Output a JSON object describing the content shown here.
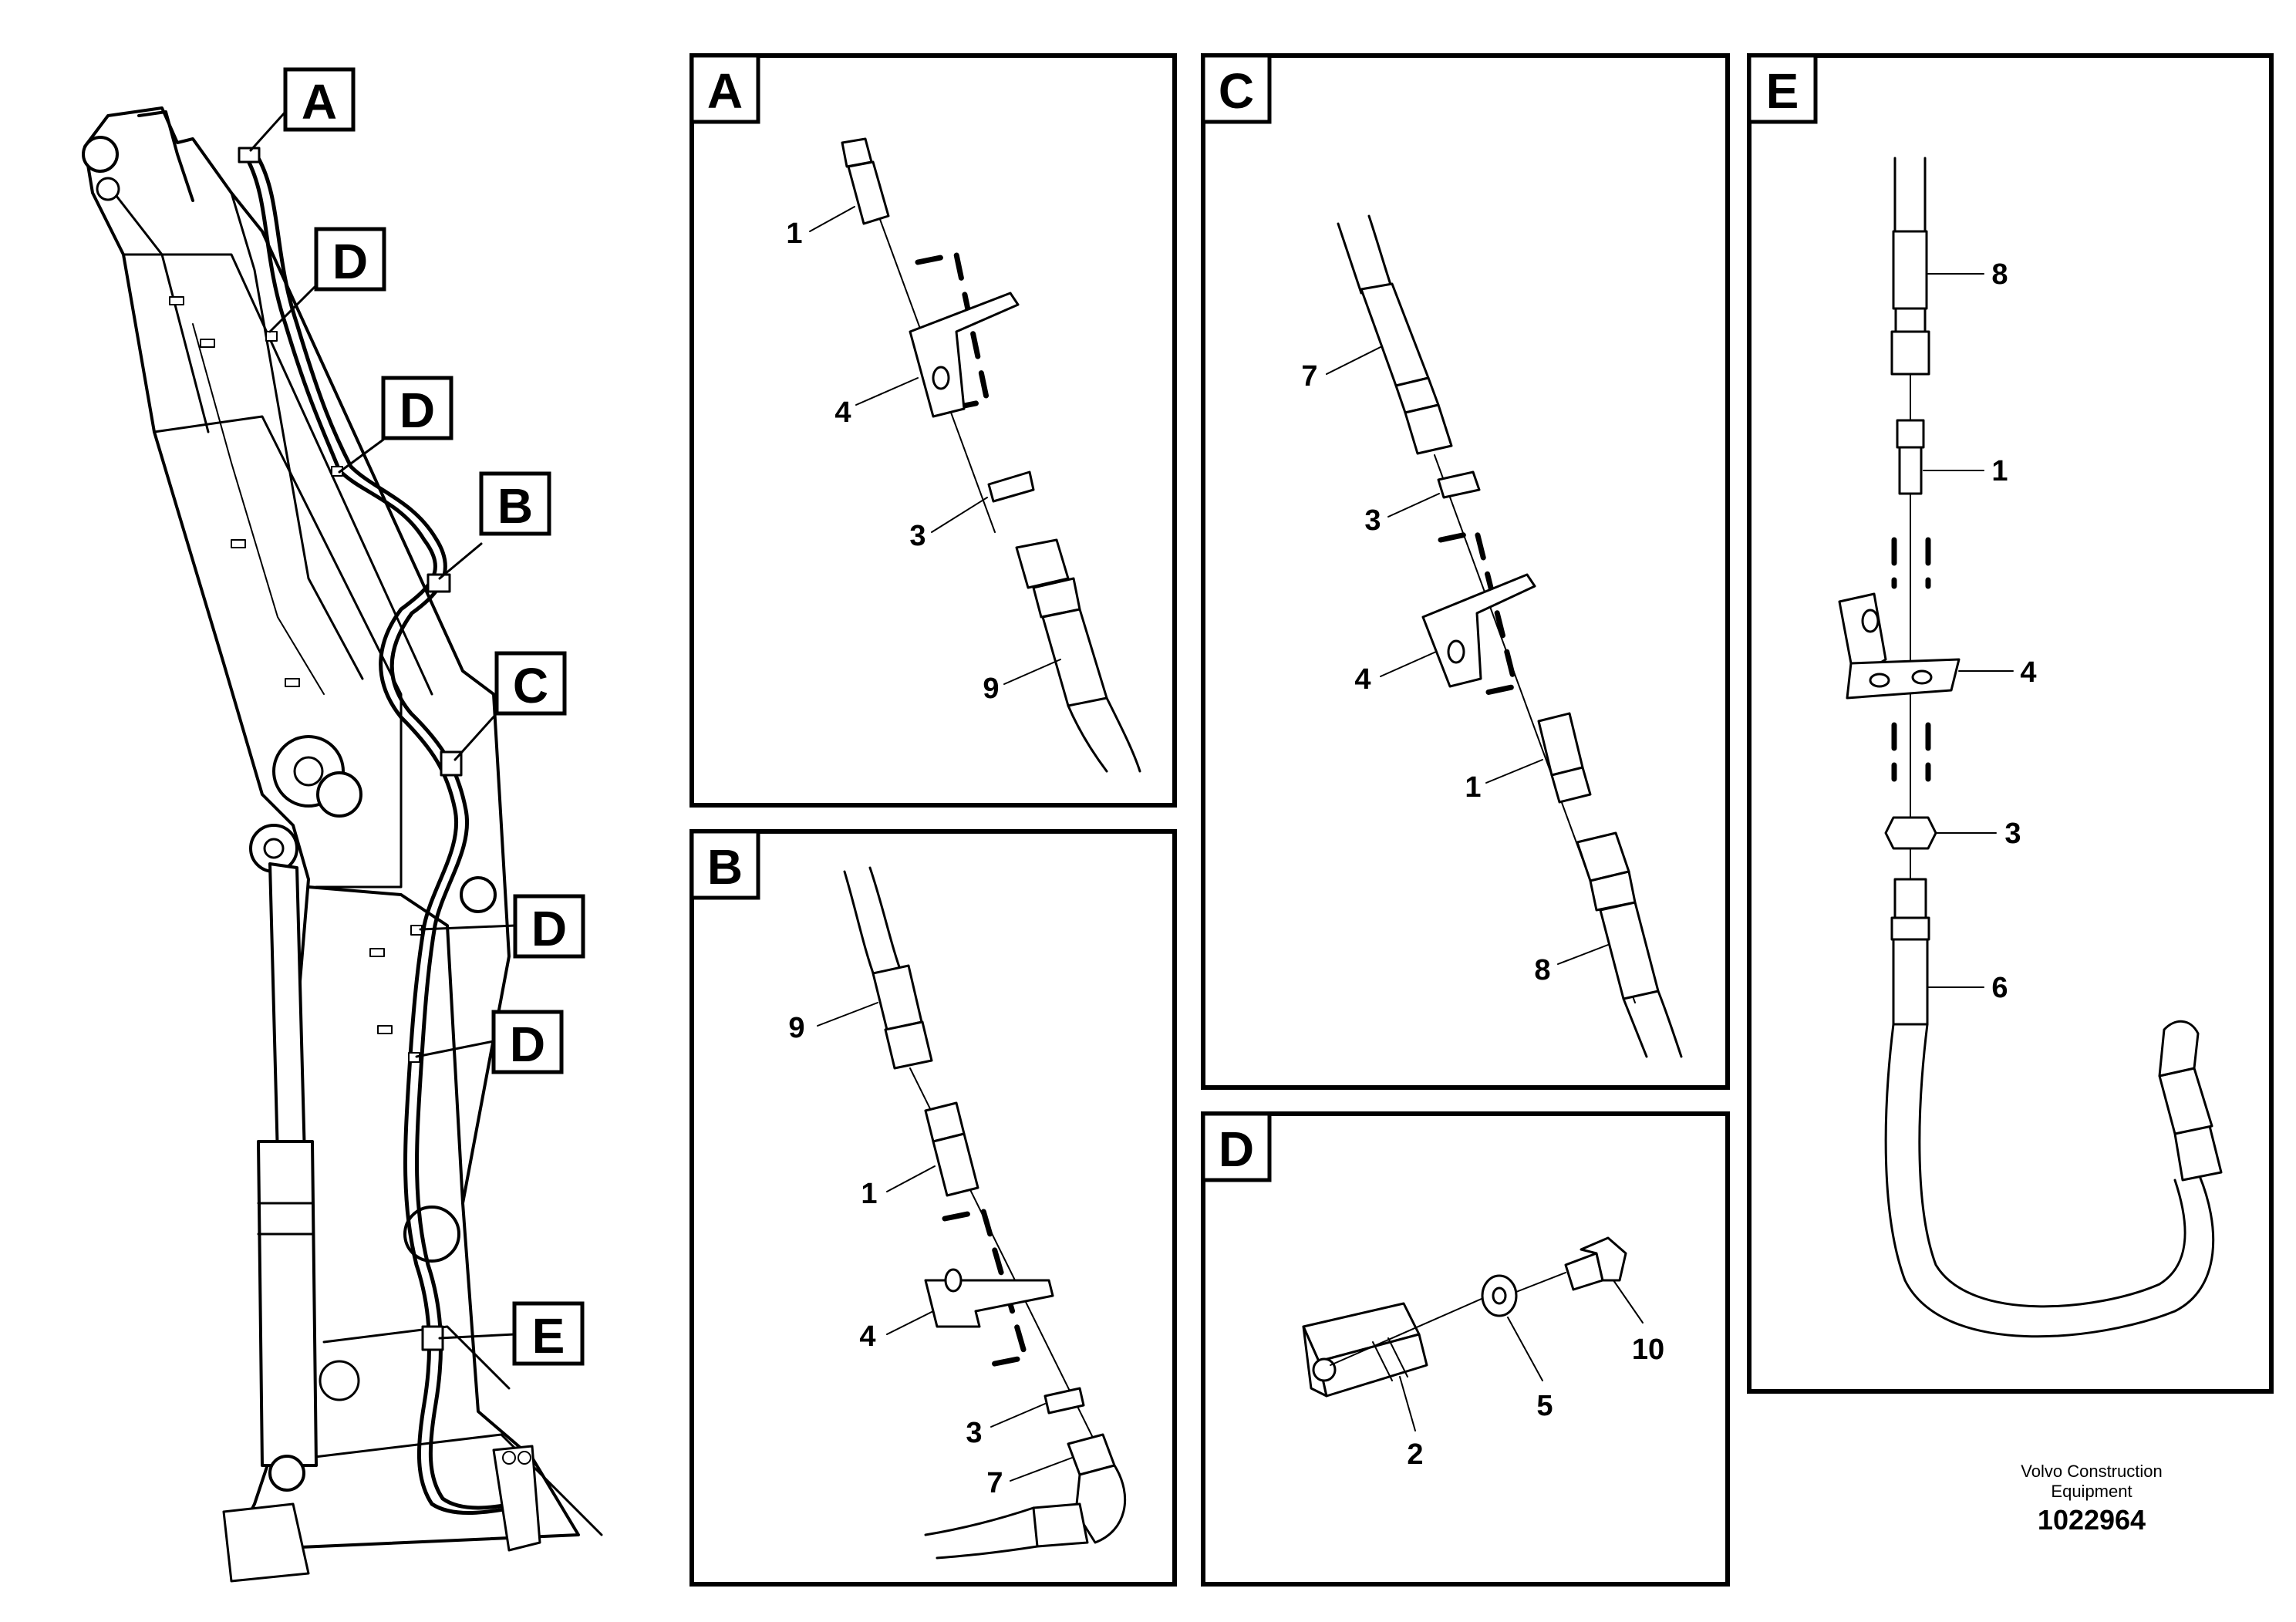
{
  "overview_callouts": [
    "A",
    "D",
    "D",
    "B",
    "C",
    "D",
    "D",
    "E"
  ],
  "panels": {
    "A": {
      "title": "A",
      "parts": [
        "1",
        "4",
        "3",
        "9"
      ]
    },
    "B": {
      "title": "B",
      "parts": [
        "9",
        "1",
        "4",
        "3",
        "7"
      ]
    },
    "C": {
      "title": "C",
      "parts": [
        "7",
        "3",
        "4",
        "1",
        "8"
      ]
    },
    "D": {
      "title": "D",
      "parts": [
        "10",
        "5",
        "2"
      ]
    },
    "E": {
      "title": "E",
      "parts": [
        "8",
        "1",
        "4",
        "3",
        "6"
      ]
    }
  },
  "footer": {
    "brand_line1": "Volvo Construction",
    "brand_line2": "Equipment",
    "doc_number": "1022964"
  }
}
